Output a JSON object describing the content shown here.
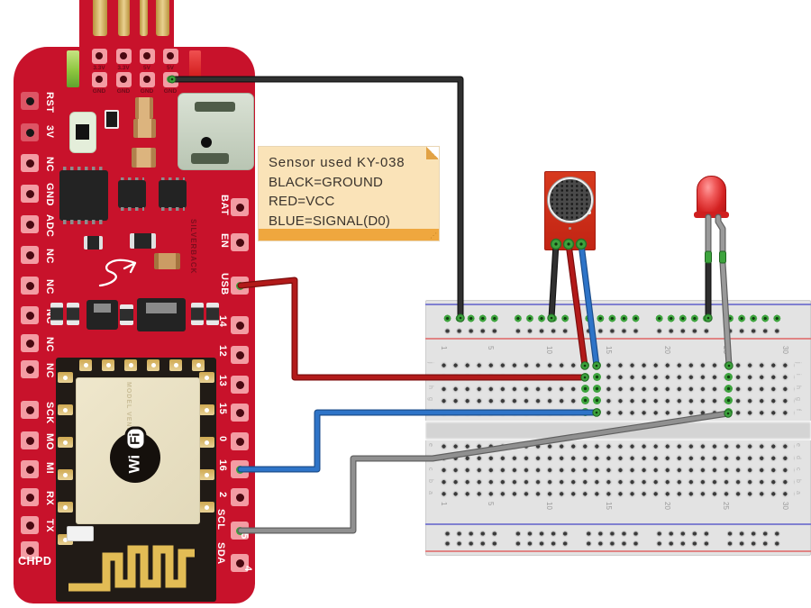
{
  "diagram": {
    "kind": "fritzing-breadboard-wiring"
  },
  "note": {
    "lines": [
      "Sensor used KY-038",
      "BLACK=GROUND",
      "RED=VCC",
      "BLUE=SIGNAL(D0)"
    ]
  },
  "board": {
    "silk": "SILVERBACK",
    "chpd": "CHPD",
    "top_power_labels": [
      "3.3V",
      "3.3V",
      "5V",
      "5V"
    ],
    "top_gnd_labels": [
      "GND",
      "GND",
      "GND",
      "GND"
    ],
    "left_pins": [
      "RST",
      "3V",
      "NC",
      "GND",
      "ADC",
      "NC",
      "NC",
      "NC",
      "NC",
      "NC"
    ],
    "left_pins_lower": [
      "SCK",
      "MO",
      "MI",
      "RX",
      "TX"
    ],
    "right_pins": [
      "BAT",
      "EN",
      "USB",
      "14",
      "12",
      "13",
      "15",
      "0",
      "16",
      "2"
    ],
    "right_pins_lower": [
      "SCL",
      "5",
      "SDA",
      "4"
    ],
    "module": {
      "wi": "Wi",
      "fi": "Fi",
      "silk": "MODEL VENDOR"
    }
  },
  "breadboard": {
    "column_numbers": [
      "1",
      "5",
      "10",
      "15",
      "20",
      "25",
      "30"
    ],
    "rows_top": [
      "j",
      "i",
      "h",
      "g",
      "f"
    ],
    "rows_bottom": [
      "e",
      "d",
      "c",
      "b",
      "a"
    ]
  },
  "wires": [
    {
      "id": "board-gnd-to-blue-rail",
      "color": "#303030"
    },
    {
      "id": "board-usb-to-col13",
      "color": "#b21a1a"
    },
    {
      "id": "board-pin16-to-col14",
      "color": "#2e74c8"
    },
    {
      "id": "board-pin5-to-col25",
      "color": "#909090"
    },
    {
      "id": "sensor-gnd-to-blue-rail",
      "color": "#303030"
    },
    {
      "id": "sensor-vcc-to-col13",
      "color": "#b21a1a"
    },
    {
      "id": "sensor-signal-to-col14",
      "color": "#2e74c8"
    },
    {
      "id": "led-cathode-to-blue-rail",
      "color": "#2e2e2e"
    }
  ],
  "colors": {
    "board_red": "#c8122b",
    "sensor_red": "#d2301c",
    "note_bg": "#fae3b8",
    "note_bar": "#efa73e",
    "breadboard_bg": "#e3e3e3",
    "rail_blue": "#8080d0",
    "rail_red": "#e08484",
    "connected_green": "#3da33d",
    "gold": "#d9b659",
    "led_legs": "#9a9a9a"
  }
}
